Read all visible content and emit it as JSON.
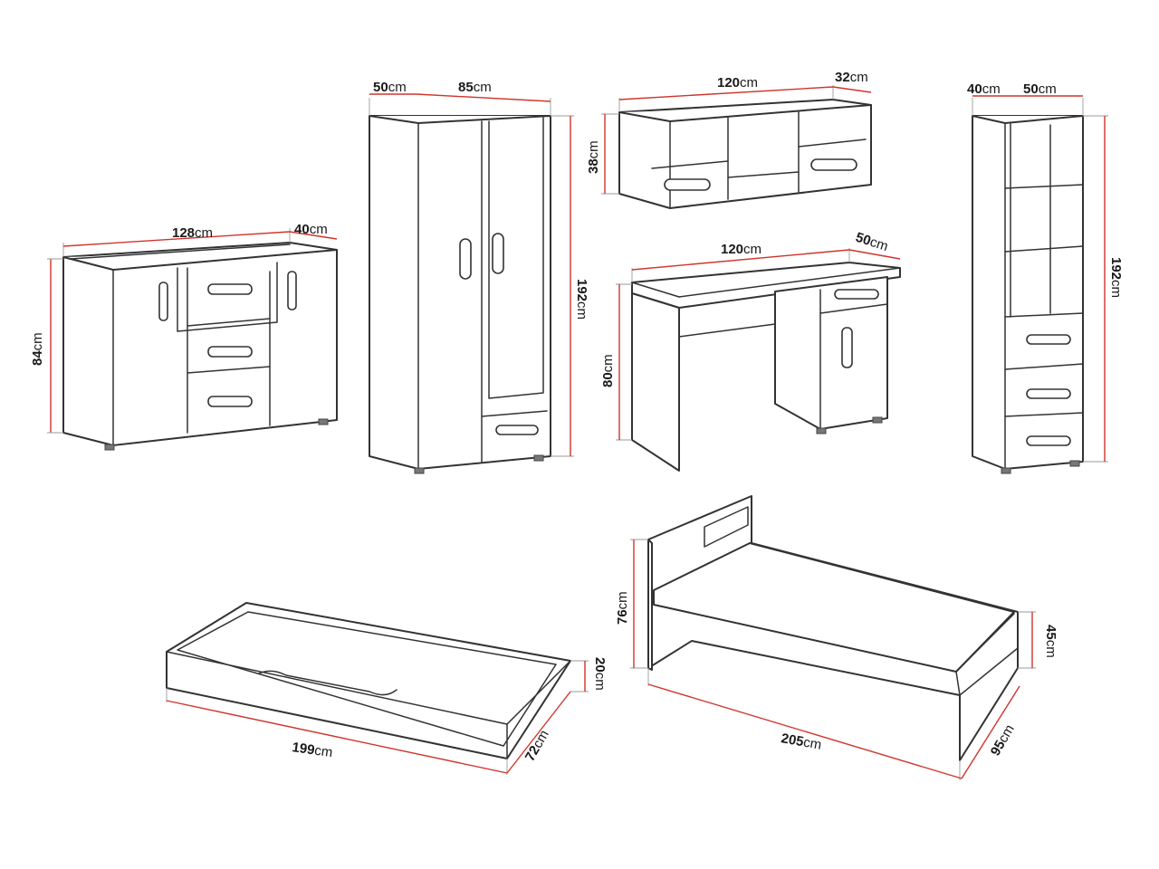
{
  "unit": "cm",
  "dimensions": {
    "dresser_width": "128",
    "dresser_depth": "40",
    "dresser_height": "84",
    "wardrobe_depth": "50",
    "wardrobe_width": "85",
    "wardrobe_height": "192",
    "wall_shelf_width": "120",
    "wall_shelf_depth": "32",
    "wall_shelf_height": "38",
    "desk_width": "120",
    "desk_depth": "50",
    "desk_height": "80",
    "bookcase_depth": "40",
    "bookcase_width": "50",
    "bookcase_height": "192",
    "drawer_length": "199",
    "drawer_width": "72",
    "drawer_height": "20",
    "bed_length": "205",
    "bed_width": "95",
    "bed_headboard_height": "76",
    "bed_frame_height": "45"
  }
}
